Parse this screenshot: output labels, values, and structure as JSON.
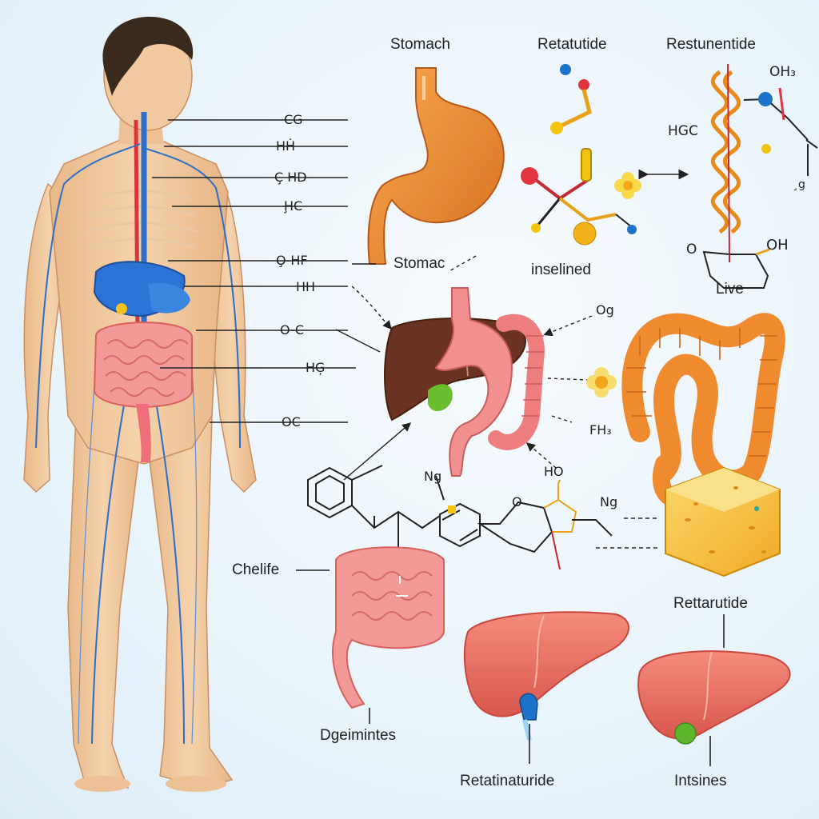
{
  "titles": {
    "stomach_top": "Stomach",
    "retatrutide_top": "Retatutide",
    "restunentide_top": "Restunentide",
    "stomac": "Stomac",
    "inselined": "inselined",
    "chelife": "Chelife",
    "dgeimintes": "Dgeimintes",
    "retatinaturide": "Retatinaturide",
    "rettarutide": "Rettarutide",
    "intsines": "Intsines",
    "live": "Live"
  },
  "body_labels": [
    "CG",
    "HḢ",
    "Ç HD",
    "ḨC",
    "O̧-HF",
    "HH",
    "O-C",
    "HĢ",
    "OC"
  ],
  "chem_labels": {
    "oh3": "OH₃",
    "hgc": "HGC",
    "oh": "OH",
    "o_ring": "O",
    "og": "Og",
    "fh3": "FH₃",
    "ho": "HO",
    "ng_left": "Ng",
    "ng_right": "Ng",
    "o_hex": "O",
    "side_g": "̧g"
  },
  "colors": {
    "skin": "#f0c79a",
    "vein": "#2d6ec9",
    "artery": "#d9343b",
    "stomach": "#f0913a",
    "liver_dark": "#6b3323",
    "liver_pink": "#ec7062",
    "intestine": "#f08a8a",
    "colon_orange": "#ef8a2e",
    "cheese": "#f7c43c",
    "helix": "#e88a1a"
  }
}
